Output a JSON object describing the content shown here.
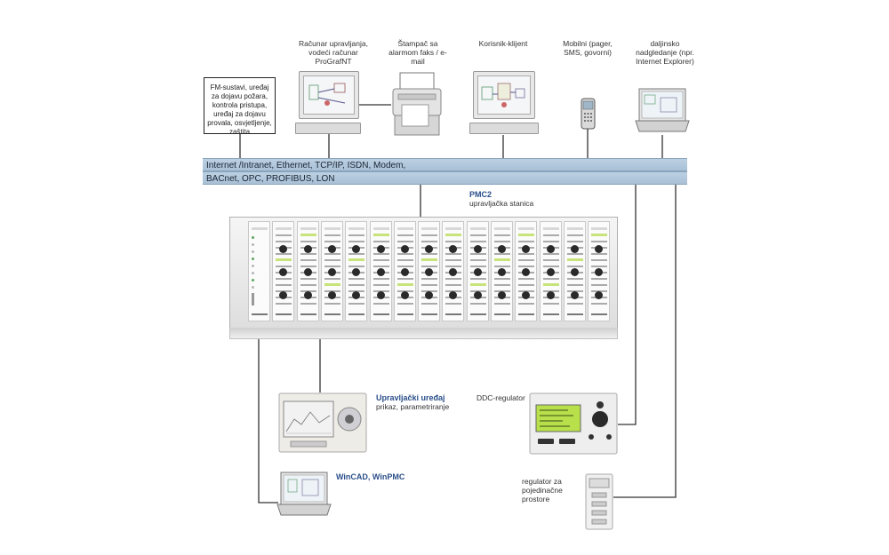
{
  "labels": {
    "fm_systems": "FM-sustavi, uređaj za dojavu požara, kontrola pristupa, uređaj za dojavu provala, osvjetljenje, zaštita",
    "control_computer": "Računar upravljanja, vodeći računar ProGrafNT",
    "alarm_printer": "Štampač sa alarmom faks / e-mail",
    "user_client": "Korisnik-klijent",
    "mobile": "Mobilni (pager, SMS, govorni)",
    "remote_monitoring": "daljinsko nadgledanje (npr. Internet Explorer)",
    "bus_line1": "Internet /Intranet, Ethernet, TCP/IP, ISDN, Modem,",
    "bus_line2": "BACnet, OPC, PROFIBUS, LON",
    "pmc2_title": "PMC2",
    "pmc2_sub": "upravljačka stanica",
    "control_unit_title": "Upravljački uređaj",
    "control_unit_sub": "prikaz, parametriranje",
    "ddc_regulator": "DDC-regulator",
    "wincad": "WinCAD, WinPMC",
    "room_regulator": "regulator za pojedinačne prostore"
  },
  "colors": {
    "bus_blue": "#b3c8dc",
    "title_blue": "#2b4f8a",
    "lcd_green": "#b8e04a",
    "wire": "#333333"
  }
}
